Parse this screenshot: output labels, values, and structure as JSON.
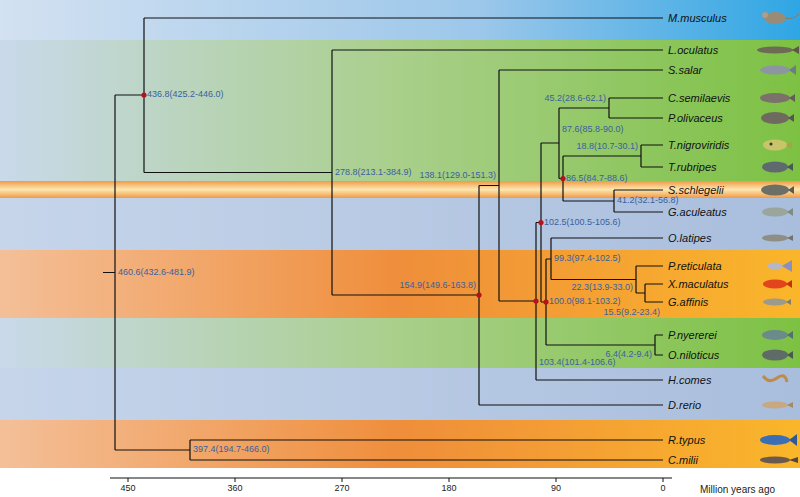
{
  "diagram": {
    "labels": [
      "M.musculus",
      "436.8(425.2-446.0)",
      "L.oculatus",
      "278.8(213.1-384.9)",
      "S.salar",
      "C.semilaevis",
      "45.2(28.6-62.1)",
      "P.olivaceus",
      "87.6(85.8-90.0)",
      "T.nigroviridis",
      "18.8(10.7-30.1)",
      "T.rubripes",
      "86.5(84.7-88.6)",
      "S.schlegelii",
      "138.1(129.0-151.3)",
      "41.2(32.1-56.8)",
      "G.aculeatus",
      "102.5(100.5-105.6)",
      "O.latipes",
      "99.3(97.4-102.5)",
      "P.reticulata",
      "22.3(13.9-33.0)",
      "X.maculatus",
      "15.5(9.2-23.4)",
      "G.affinis",
      "100.0(98.1-103.2)",
      "103.4(101.4-106.6)",
      "P.nyererei",
      "6.4(4.2-9.4)",
      "O.niloticus",
      "H.comes",
      "D.rerio",
      "154.9(149.6-163.8)",
      "460.6(432.6-481.9)",
      "R.typus",
      "397.4(194.7-466.0)",
      "C.milii",
      "450",
      "360",
      "270",
      "180",
      "90",
      "0",
      "Million years ago"
    ]
  }
}
